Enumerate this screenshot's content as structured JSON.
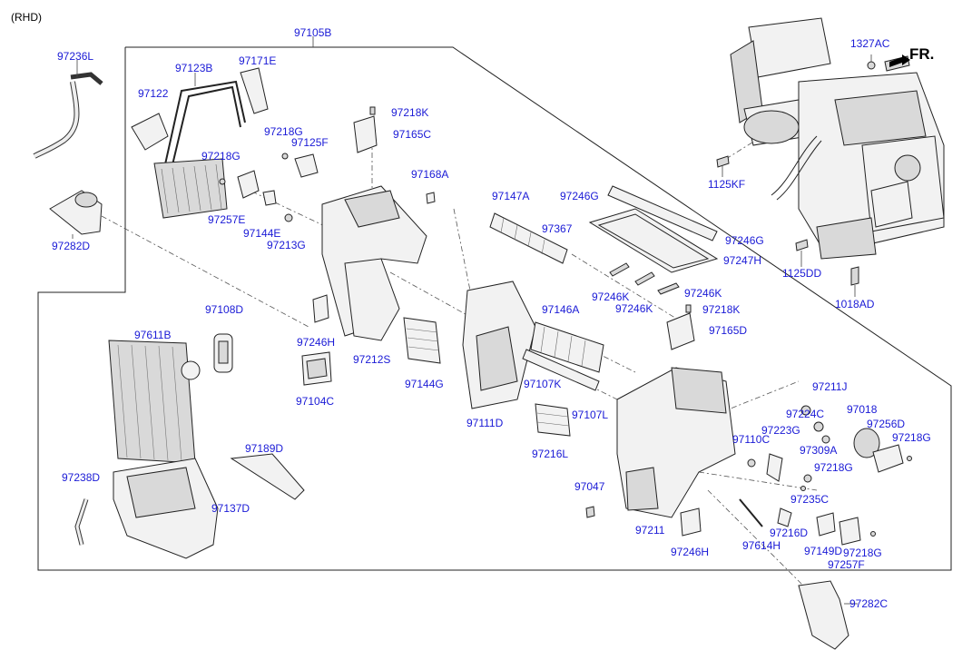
{
  "header": {
    "variant": "(RHD)",
    "direction": "FR."
  },
  "frame_label": "97105B",
  "parts": {
    "p97236L": "97236L",
    "p97123B": "97123B",
    "p97171E": "97171E",
    "p97122": "97122",
    "p97218K_a": "97218K",
    "p97218G_a": "97218G",
    "p97125F": "97125F",
    "p97165C": "97165C",
    "p97218G_b": "97218G",
    "p97168A": "97168A",
    "p97147A": "97147A",
    "p97246G_a": "97246G",
    "p97367": "97367",
    "p97246G_b": "97246G",
    "p97247H": "97247H",
    "p97257E": "97257E",
    "p97144E": "97144E",
    "p97213G": "97213G",
    "p97282D": "97282D",
    "p97246K_a": "97246K",
    "p97246K_b": "97246K",
    "p97246K_c": "97246K",
    "p97218K_b": "97218K",
    "p97165D": "97165D",
    "p97108D": "97108D",
    "p97146A": "97146A",
    "p97611B": "97611B",
    "p97246H_a": "97246H",
    "p97212S": "97212S",
    "p97144G": "97144G",
    "p97104C": "97104C",
    "p97111D": "97111D",
    "p97107K": "97107K",
    "p97107L": "97107L",
    "p97211J": "97211J",
    "p97018": "97018",
    "p97224C": "97224C",
    "p97256D": "97256D",
    "p97223G": "97223G",
    "p97110C": "97110C",
    "p97309A": "97309A",
    "p97218G_c": "97218G",
    "p97216L": "97216L",
    "p97189D": "97189D",
    "p97218G_d": "97218G",
    "p97238D": "97238D",
    "p97047": "97047",
    "p97235C": "97235C",
    "p97137D": "97137D",
    "p97211": "97211",
    "p97216D": "97216D",
    "p97246H_b": "97246H",
    "p97614H": "97614H",
    "p97149D": "97149D",
    "p97218G_e": "97218G",
    "p97257F": "97257F",
    "p97282C": "97282C",
    "p1327AC": "1327AC",
    "p1125KF": "1125KF",
    "p1125DD": "1125DD",
    "p1018AD": "1018AD"
  }
}
